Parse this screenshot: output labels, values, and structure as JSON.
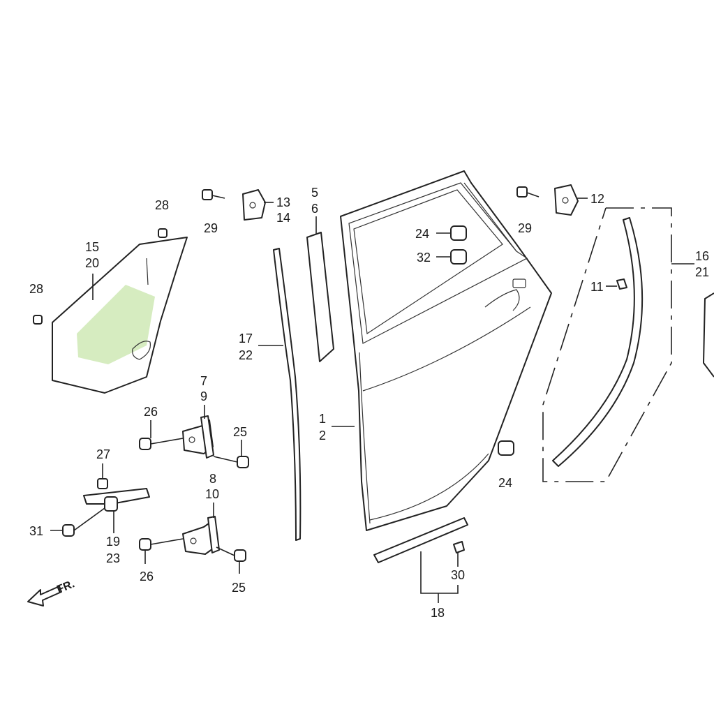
{
  "diagram": {
    "labels": {
      "l15": "15",
      "l20": "20",
      "l28a": "28",
      "l28b": "28",
      "l29a": "29",
      "l29b": "29",
      "l13": "13",
      "l14": "14",
      "l5": "5",
      "l6": "6",
      "l24a": "24",
      "l32": "32",
      "l24b": "24",
      "l12": "12",
      "l16": "16",
      "l21": "21",
      "l11": "11",
      "l17": "17",
      "l22": "22",
      "l1": "1",
      "l2": "2",
      "l7": "7",
      "l9": "9",
      "l26a": "26",
      "l25a": "25",
      "l27": "27",
      "l8": "8",
      "l10": "10",
      "l31": "31",
      "l19": "19",
      "l23": "23",
      "l26b": "26",
      "l25b": "25",
      "l30": "30",
      "l18": "18"
    },
    "front_arrow": "FR.",
    "highlight_color": "#d6ecc0"
  }
}
